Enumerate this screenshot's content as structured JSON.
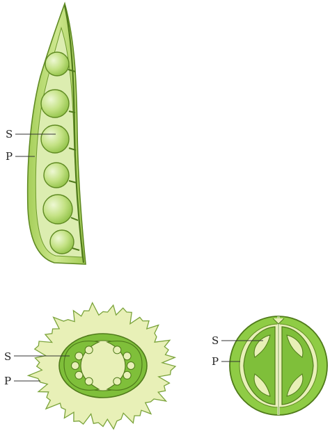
{
  "figures": [
    {
      "id": "pod",
      "labels": {
        "seed": "S",
        "pericarp": "P"
      }
    },
    {
      "id": "spiky-section",
      "labels": {
        "seed": "S",
        "pericarp": "P"
      }
    },
    {
      "id": "round-section",
      "labels": {
        "seed": "S",
        "pericarp": "P"
      }
    }
  ],
  "colors": {
    "pod_fill": "#bfdc77",
    "pod_dark": "#8dbb3c",
    "seed_fill": "#b9dd75",
    "seed_highlight": "#e6f4c2",
    "outline": "#5f8a22",
    "pale_pericarp": "#e7f0b6",
    "mid_green": "#7ebf3a"
  }
}
